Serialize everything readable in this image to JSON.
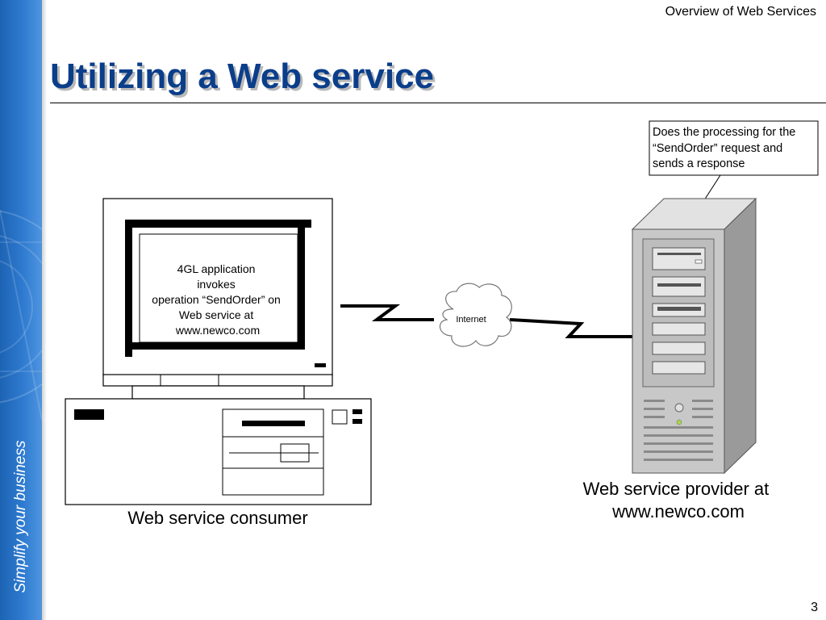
{
  "header": {
    "section_title": "Overview of Web Services"
  },
  "slide": {
    "title": "Utilizing a Web service",
    "page_number": "3"
  },
  "sidebar": {
    "tagline": "Simplify your business"
  },
  "diagram": {
    "consumer_screen_text": [
      "4GL application",
      "invokes",
      "operation “SendOrder” on",
      "Web service at",
      "www.newco.com"
    ],
    "consumer_label": "Web service consumer",
    "cloud_label": "Internet",
    "callout_text": [
      "Does the processing for the",
      "“SendOrder” request and",
      "sends a response"
    ],
    "provider_label": [
      "Web service provider at",
      "www.newco.com"
    ]
  },
  "colors": {
    "title": "#0b3e8a",
    "sidebar": "#2f7bd0",
    "server_body": "#c8c8c8",
    "server_side": "#9a9a9a"
  }
}
